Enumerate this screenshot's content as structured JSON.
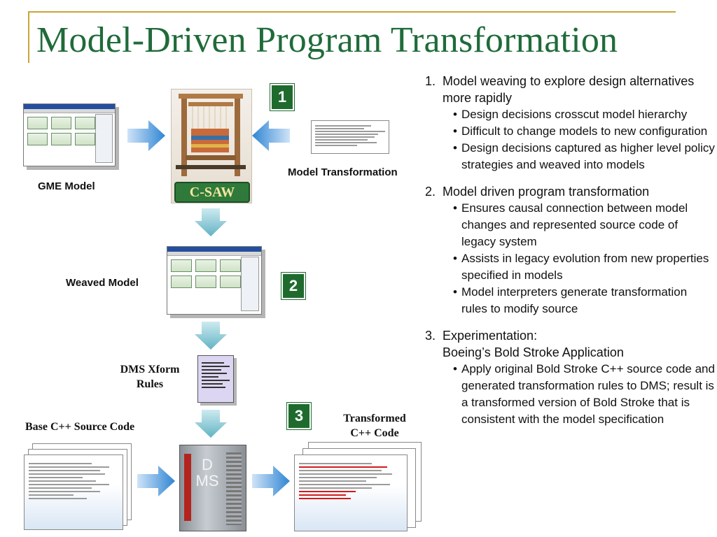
{
  "slide": {
    "title": "Model-Driven Program Transformation"
  },
  "diagram": {
    "labels": {
      "gme_model": "GME Model",
      "model_transformation": "Model Transformation",
      "weaved_model": "Weaved Model",
      "dms_rules_line1": "DMS Xform",
      "dms_rules_line2": "Rules",
      "base_source": "Base C++ Source Code",
      "transformed_line1": "Transformed",
      "transformed_line2": "C++ Code",
      "csaw_logo": "C-SAW",
      "dms_machine": "DMS"
    },
    "steps": [
      "1",
      "2",
      "3"
    ]
  },
  "bullets": [
    {
      "number": "1.",
      "heading": "Model weaving to explore design alternatives more rapidly",
      "subs": [
        "Design decisions crosscut model hierarchy",
        "Difficult to change models to new configuration",
        "Design decisions captured as higher level policy strategies and weaved into models"
      ]
    },
    {
      "number": "2.",
      "heading": "Model driven program transformation",
      "subs": [
        "Ensures causal connection between model changes and represented source code of legacy system",
        "Assists in legacy evolution from new properties specified in models",
        "Model interpreters generate transformation rules to modify source"
      ]
    },
    {
      "number": "3.",
      "heading": "Experimentation:",
      "heading2": "Boeing’s Bold Stroke Application",
      "subs": [
        "Apply original Bold Stroke C++ source code and generated transformation rules to DMS; result is a transformed version of Bold Stroke that is consistent with the model specification"
      ]
    }
  ],
  "colors": {
    "title_green": "#1f6b3a",
    "step_green": "#1f6b2e",
    "arrow_blue": "#2f86d4",
    "arrow_teal": "#7cc3cf",
    "rule_gold": "#c9a53b"
  }
}
